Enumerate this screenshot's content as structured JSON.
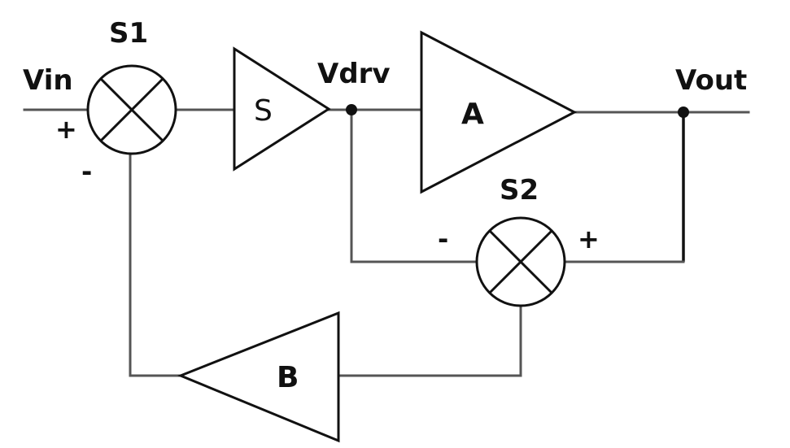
{
  "signals": {
    "input": "Vin",
    "drive": "Vdrv",
    "output": "Vout"
  },
  "summers": {
    "s1": {
      "label": "S1",
      "plus": "+",
      "minus": "-"
    },
    "s2": {
      "label": "S2",
      "plus": "+",
      "minus": "-"
    }
  },
  "blocks": {
    "s": "S",
    "a": "A",
    "b": "B"
  }
}
